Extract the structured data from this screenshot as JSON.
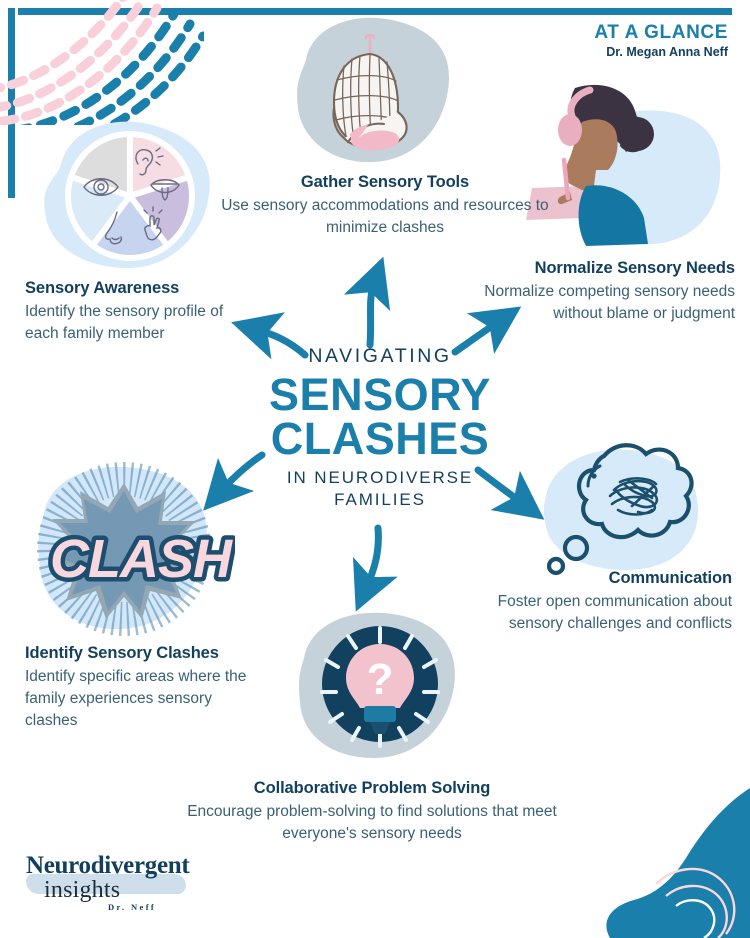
{
  "header": {
    "eyebrow": "AT A GLANCE",
    "author": "Dr. Megan Anna Neff"
  },
  "center_title": {
    "line1": "NAVIGATING",
    "line2": "SENSORY",
    "line3": "CLASHES",
    "line4": "IN NEURODIVERSE",
    "line5": "FAMILIES"
  },
  "sections": {
    "gather_tools": {
      "heading": "Gather Sensory Tools",
      "body": "Use sensory accommodations and resources to minimize clashes",
      "icon": "hanging-egg-chair-illustration"
    },
    "normalize": {
      "heading": "Normalize Sensory Needs",
      "body": "Normalize competing sensory needs without blame or judgment",
      "icon": "person-with-headphones-illustration"
    },
    "awareness": {
      "heading": "Sensory Awareness",
      "body": "Identify the sensory profile of each family member",
      "icon": "five-senses-wheel-illustration"
    },
    "identify_clashes": {
      "heading": "Identify Sensory Clashes",
      "body": "Identify specific areas where the family experiences sensory clashes",
      "icon": "comic-clash-burst-illustration",
      "burst_word": "CLASH"
    },
    "problem_solving": {
      "heading": "Collaborative Problem Solving",
      "body": "Encourage problem-solving to find solutions that meet everyone's sensory needs",
      "icon": "lightbulb-question-illustration",
      "bulb_glyph": "?"
    },
    "communication": {
      "heading": "Communication",
      "body": "Foster open communication about sensory challenges and conflicts",
      "icon": "thought-bubble-scribble-illustration"
    }
  },
  "senses_wheel": {
    "segments": [
      {
        "name": "hearing",
        "icon": "ear-icon",
        "color": "#f6dde3"
      },
      {
        "name": "taste",
        "icon": "mouth-tongue-icon",
        "color": "#c9bede"
      },
      {
        "name": "touch",
        "icon": "hand-touch-icon",
        "color": "#c7d4ef"
      },
      {
        "name": "smell",
        "icon": "nose-icon",
        "color": "#dbeaf7"
      },
      {
        "name": "sight",
        "icon": "eye-icon",
        "color": "#dddddd"
      }
    ]
  },
  "logo": {
    "line1": "Neurodivergent",
    "line2": "insights",
    "line3": "Dr. Neff"
  },
  "colors": {
    "accent_blue": "#1a7fab",
    "navy": "#123f5e",
    "body_text": "#3a6075",
    "pink": "#f3c7d3",
    "pale_blue": "#d7eaf9",
    "gray_blue": "#c6d2da"
  }
}
